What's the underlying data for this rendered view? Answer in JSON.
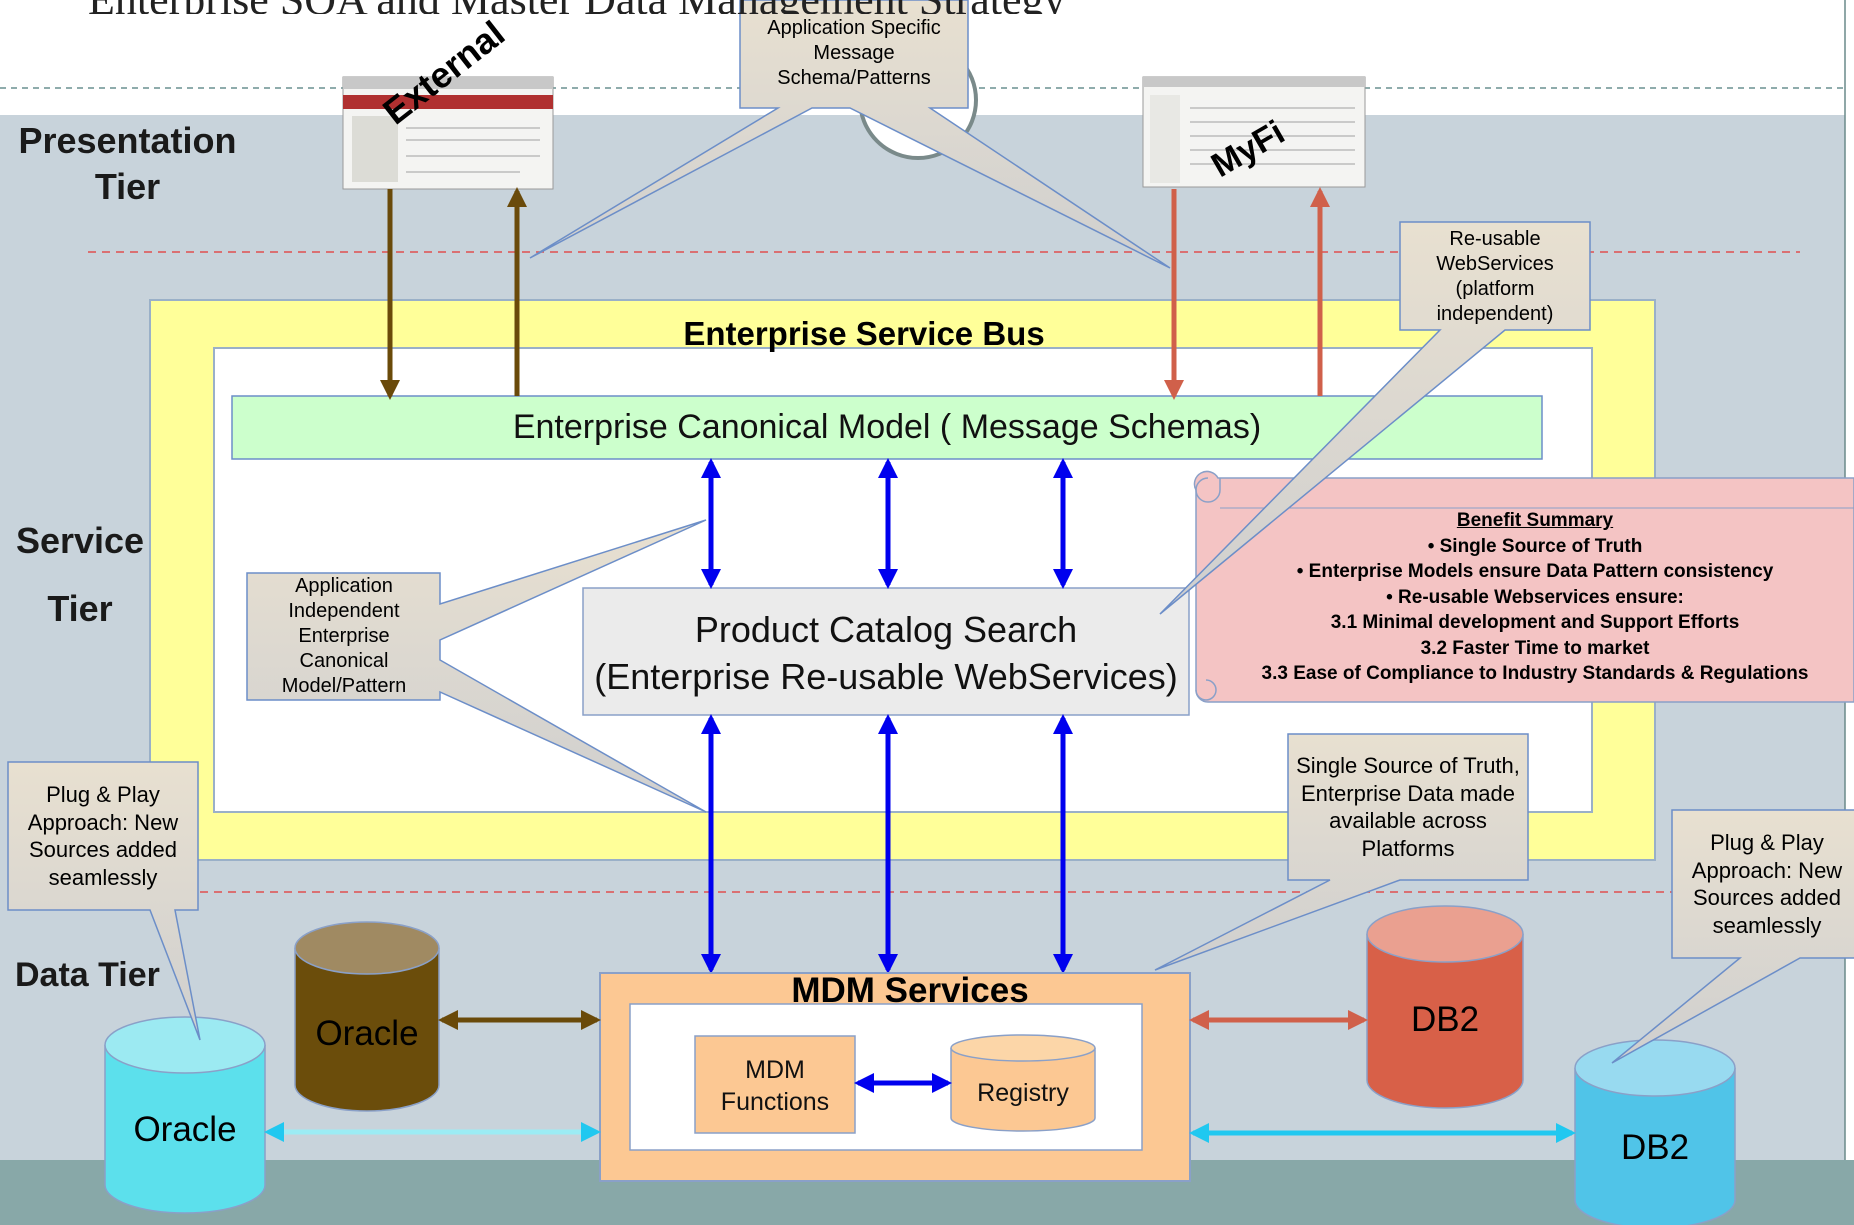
{
  "title_fragment": "Enterprise SOA and Master Data Management Strategy",
  "tiers": {
    "presentation": "Presentation Tier",
    "service_line1": "Service",
    "service_line2": "Tier",
    "data": "Data Tier"
  },
  "apps": {
    "external": "External",
    "myfi": "MyFi"
  },
  "callouts": {
    "app_specific": "Application Specific Message Schema/Patterns",
    "reusable_ws": "Re-usable WebServices (platform independent)",
    "app_independent": "Application Independent Enterprise Canonical Model/Pattern",
    "single_source": "Single Source of Truth, Enterprise Data made available across Platforms",
    "plug_play_left": "Plug & Play Approach: New Sources added seamlessly",
    "plug_play_right": "Plug & Play Approach: New Sources added seamlessly"
  },
  "esb": {
    "title": "Enterprise Service Bus",
    "canonical": "Enterprise Canonical Model ( Message Schemas)",
    "catalog_line1": "Product Catalog Search",
    "catalog_line2": "(Enterprise Re-usable WebServices)"
  },
  "benefits": {
    "title": "Benefit Summary",
    "items": [
      "• Single Source of Truth",
      "• Enterprise Models ensure Data Pattern consistency",
      "• Re-usable Webservices ensure:",
      "3.1 Minimal development and Support Efforts",
      "3.2 Faster Time to market",
      "3.3 Ease of Compliance to Industry Standards & Regulations"
    ]
  },
  "mdm": {
    "title": "MDM Services",
    "functions_line1": "MDM",
    "functions_line2": "Functions",
    "registry": "Registry"
  },
  "databases": {
    "oracle_brown": "Oracle",
    "oracle_cyan": "Oracle",
    "db2_red": "DB2",
    "db2_blue": "DB2"
  },
  "colors": {
    "tier_bg": "#c8d3db",
    "bottom_band": "#88a8a8",
    "esb_outer": "#ffff99",
    "canonical_fill": "#ccffcc",
    "catalog_fill": "#ebebeb",
    "benefit_fill": "#f4c4c4",
    "mdm_fill": "#fcc893",
    "blue_arrow": "#0000ee",
    "brown_arrow": "#6a4a0a",
    "red_arrow": "#d0604a",
    "cyan_arrow": "#20c8f0",
    "oracle_brown": "#6b4d0b",
    "oracle_cyan": "#5ce0ec",
    "db2_red": "#d86048",
    "db2_blue": "#50c4e8"
  }
}
